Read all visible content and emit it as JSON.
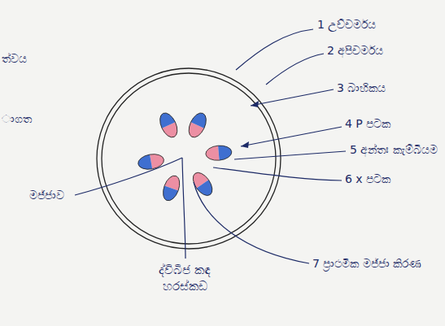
{
  "diagram": {
    "caption": "ද්විබීජ කඳ හරස්කඩ",
    "labels": [
      "1 උච්චර්මය",
      "2 අපිචර්මය",
      "3 බාහිකය",
      "4 P පටක",
      "5 අන්තඃ කැම්බියම",
      "6 x පටක",
      "මජ්ජාව",
      "7 ප්‍රාථමික මජ්ජා කිරණ",
      "ත්වය",
      "ාගත"
    ]
  }
}
